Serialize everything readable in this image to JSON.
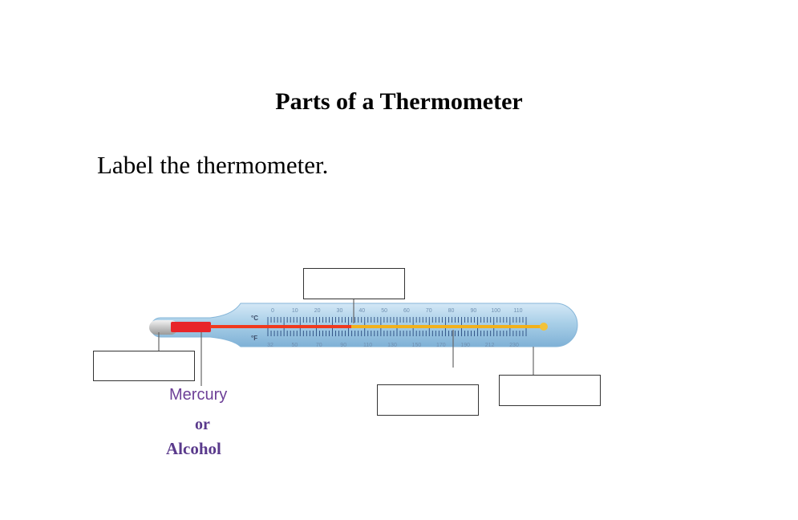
{
  "worksheet": {
    "title": "Parts of a Thermometer",
    "instruction": "Label the thermometer."
  },
  "thermometer": {
    "celsius_symbol": "°C",
    "fahrenheit_symbol": "°F",
    "celsius_ticks": [
      "0",
      "10",
      "20",
      "30",
      "40",
      "50",
      "60",
      "70",
      "80",
      "90",
      "100",
      "110"
    ],
    "fahrenheit_ticks": [
      "32",
      "50",
      "70",
      "90",
      "110",
      "130",
      "150",
      "170",
      "190",
      "212",
      "230"
    ],
    "colors": {
      "tube": "#a9cfe8",
      "liquid_bulb": "#e8252a",
      "liquid_column": "#f2b11c",
      "scale": "#1c3d73"
    }
  },
  "label_boxes": [
    {
      "id": "box-top",
      "value": ""
    },
    {
      "id": "box-left",
      "value": ""
    },
    {
      "id": "box-mid",
      "value": ""
    },
    {
      "id": "box-right",
      "value": ""
    }
  ],
  "liquid_label": {
    "line1": "Mercury",
    "line2": "or",
    "line3": "Alcohol"
  }
}
